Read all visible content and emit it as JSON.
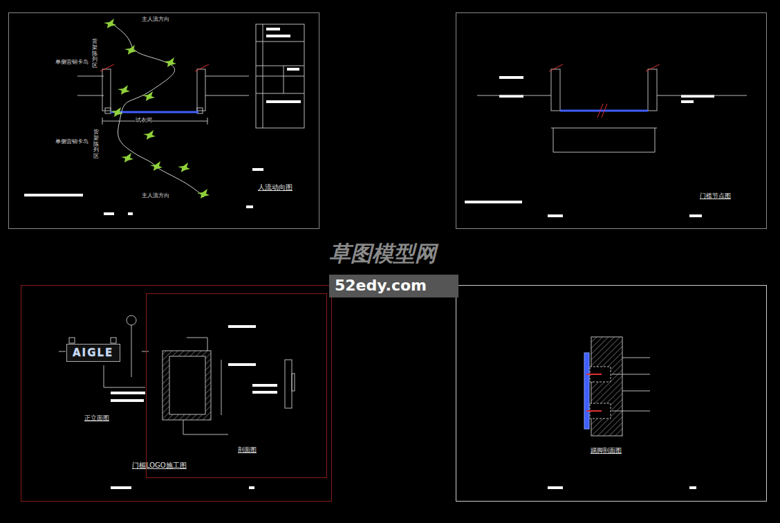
{
  "diagram": {
    "nodes": [
      {
        "text": [
          "人流动向图"
        ]
      },
      {
        "text": [
          "门槛节点图"
        ]
      },
      {
        "text": [
          "门楣LOGO施工图"
        ]
      },
      {
        "text": [
          "剖面图"
        ],
        "in": 2
      },
      {
        "text": [
          "AIGLE"
        ],
        "in": 2
      },
      {
        "text": [
          "踢脚剖面图"
        ]
      },
      {
        "text": [
          "52edy.com"
        ]
      }
    ],
    "labels": [
      "主人流方向",
      "主人流方向",
      "单侧营销卡岛",
      "单侧营销卡岛",
      "货架陈列区",
      "货架陈列区",
      "试衣间",
      "正立面图",
      "草图模型网"
    ]
  }
}
